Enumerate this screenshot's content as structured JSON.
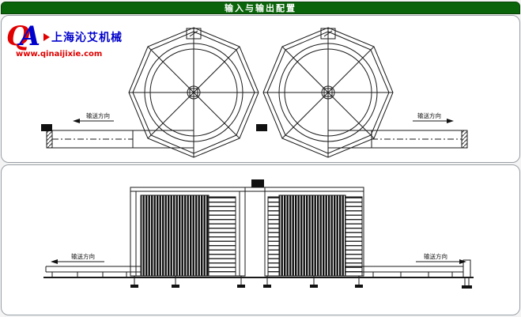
{
  "title_bar": {
    "title": "输入与输出配置"
  },
  "logo": {
    "monogram_q": "Q",
    "monogram_a": "A",
    "company_name": "上海沁艾机械",
    "website": "www.qinaijixie.com"
  },
  "top_view_panel": {
    "left_conveyor_direction_label": "输送方向",
    "right_conveyor_direction_label": "输送方向"
  },
  "elevation_panel": {
    "left_conveyor_direction_label": "输送方向",
    "right_conveyor_direction_label": "输送方向"
  },
  "colors": {
    "title_bar_bg": "#0a650a",
    "title_bar_text": "#ffffff",
    "logo_red": "#e10000",
    "logo_blue": "#0000cc",
    "drawing_line": "#1a1a1a",
    "panel_border": "#9aa0a6"
  }
}
